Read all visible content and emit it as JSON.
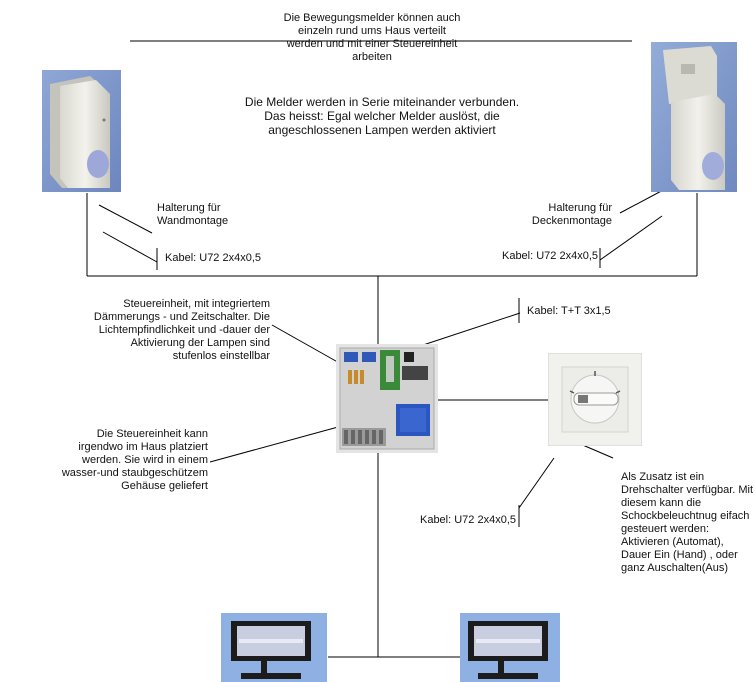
{
  "top_note": {
    "lines": [
      "Die Bewegungsmelder können auch",
      "einzeln rund ums Haus verteilt",
      "werden und mit einer Steuereinheit",
      "arbeiten"
    ]
  },
  "series_note": {
    "lines": [
      "Die Melder werden in Serie miteinander verbunden.",
      "Das heisst: Egal welcher Melder auslöst,  die",
      "angeschlossenen Lampen werden aktiviert"
    ]
  },
  "left_sensor": {
    "mount_lines": [
      "Halterung für",
      "Wandmontage"
    ],
    "cable": "Kabel: U72 2x4x0,5"
  },
  "right_sensor": {
    "mount_lines": [
      "Halterung für",
      "Deckenmontage"
    ],
    "cable": "Kabel: U72 2x4x0,5"
  },
  "control_unit": {
    "desc_lines": [
      "Steuereinheit, mit integriertem",
      "Dämmerungs - und Zeitschalter. Die",
      "Lichtempfindlichkeit und  -dauer der",
      "Aktivierung der Lampen sind",
      "stufenlos einstellbar"
    ],
    "placement_lines": [
      "Die Steuereinheit kann",
      "irgendwo im Haus platziert",
      "werden. Sie wird in einem",
      "wasser-und staubgeschützem",
      "Gehäuse geliefert"
    ]
  },
  "switch": {
    "cable": "Kabel: T+T 3x1,5",
    "desc_lines": [
      "Als Zusatz ist ein",
      "Drehschalter verfügbar. Mit",
      "diesem kann die",
      "Schockbeleuchtnug eifach",
      "gesteuert werden:",
      "Aktivieren (Automat),",
      "Dauer Ein (Hand) , oder",
      "ganz Auschalten(Aus)"
    ]
  },
  "lamps": {
    "cable": "Kabel: U72 2x4x0,5"
  }
}
